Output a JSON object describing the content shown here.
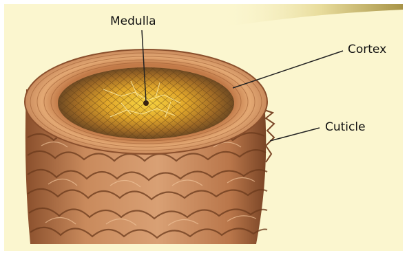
{
  "labels": {
    "medulla": "Medulla",
    "cortex": "Cortex",
    "cuticle": "Cuticle"
  },
  "colors": {
    "background": "#fbf6cf",
    "frame": "#ffffff",
    "header_band": "#b8a868",
    "cuticle_scale": "#c98a5c",
    "cuticle_dark": "#7a4526",
    "cortex_ring": "#d7935a",
    "medulla_core": "#f2c32a",
    "leader_line": "#222222"
  }
}
